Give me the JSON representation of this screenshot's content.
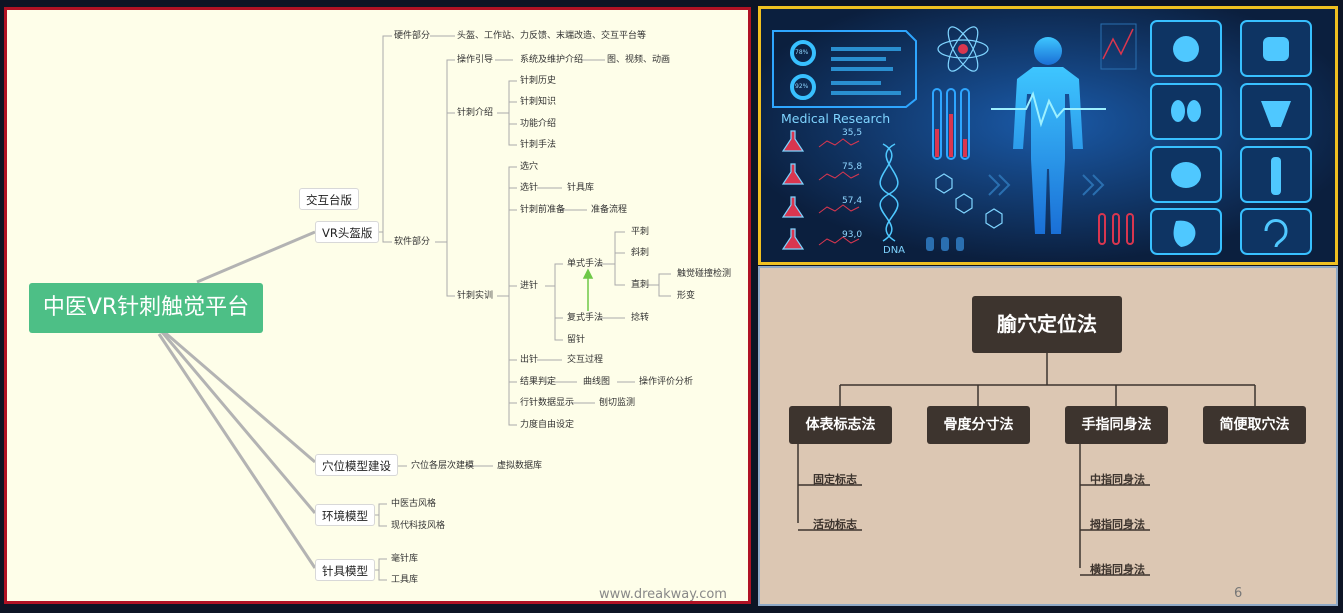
{
  "mindmap": {
    "root": "中医VR针刺触觉平台",
    "watermark": "www.dreakway.com",
    "branches": {
      "vr": {
        "label": "VR头盔版",
        "tag": "交互台版",
        "hardware": {
          "label": "硬件部分",
          "detail": "头盔、工作站、力反馈、末端改造、交互平台等"
        },
        "software": {
          "label": "软件部分",
          "guide": {
            "label": "操作引导",
            "child": "系统及维护介绍",
            "leaf": "图、视频、动画"
          },
          "intro": {
            "label": "针刺介绍",
            "items": [
              "针刺历史",
              "针刺知识",
              "功能介绍",
              "针刺手法"
            ]
          },
          "practice": {
            "label": "针刺实训",
            "select_point": "选穴",
            "select_needle": "选针",
            "needle_lib": "针具库",
            "prep": "针刺前准备",
            "prep_flow": "准备流程",
            "insert": "进针",
            "single": "单式手法",
            "flat": "平刺",
            "oblique": "斜刺",
            "straight": "直刺",
            "touch_detect": "触觉碰撞检测",
            "deform": "形变",
            "compound": "复式手法",
            "twist": "捻转",
            "retain": "留针",
            "withdraw": "出针",
            "interact": "交互过程",
            "result": "结果判定",
            "curve": "曲线图",
            "analysis": "操作评价分析",
            "data_display": "行针数据显示",
            "cut_monitor": "刨切监测",
            "force": "力度自由设定"
          }
        }
      },
      "acupoint_model": {
        "label": "穴位模型建设",
        "child": "穴位各层次建模",
        "leaf": "虚拟数据库"
      },
      "env": {
        "label": "环境模型",
        "items": [
          "中医古风格",
          "现代科技风格"
        ]
      },
      "needle": {
        "label": "针具模型",
        "items": [
          "毫针库",
          "工具库"
        ]
      }
    }
  },
  "medical": {
    "title": "Medical Research",
    "dna": "DNA",
    "values": [
      "35,5",
      "75,8",
      "57,4",
      "93,0"
    ],
    "gauges": [
      "78%",
      "92%"
    ]
  },
  "acupoint": {
    "title": "腧穴定位法",
    "categories": [
      "体表标志法",
      "骨度分寸法",
      "手指同身法",
      "简便取穴法"
    ],
    "body_marks": [
      "固定标志",
      "活动标志"
    ],
    "finger": [
      "中指同身法",
      "拇指同身法",
      "横指同身法"
    ],
    "page": "6"
  },
  "colors": {
    "root": "#4dbf86",
    "left_border": "#b01224",
    "right_border": "#f0c020",
    "diagram_box": "#3d342e"
  }
}
